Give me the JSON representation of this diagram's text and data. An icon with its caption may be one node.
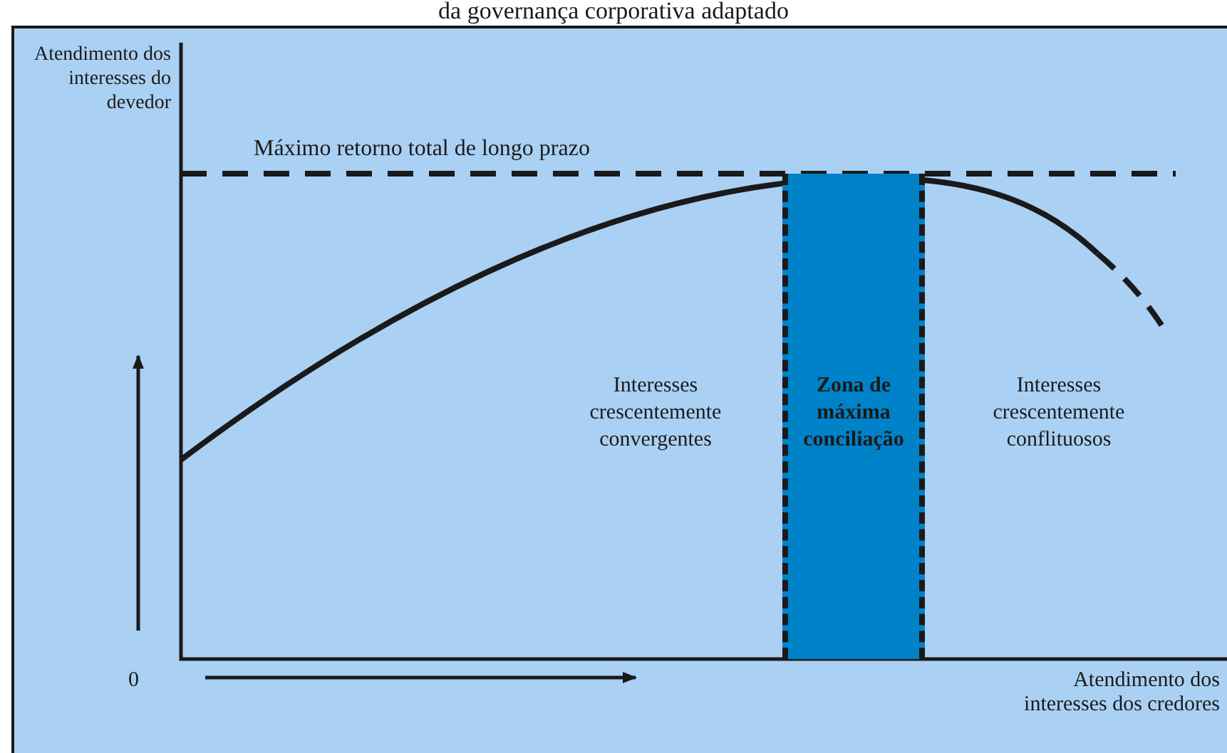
{
  "diagram": {
    "title": "da governança corporativa adaptado",
    "nodes": [
      {
        "text": [
          "Zona de máxima conciliação"
        ]
      }
    ],
    "labels": [
      "Atendimento dos interesses do devedor",
      "Máximo retorno total de longo prazo",
      "Interesses crescentemente convergentes",
      "Interesses crescentemente conflituosos",
      "0",
      "Atendimento dos interesses dos credores"
    ]
  }
}
